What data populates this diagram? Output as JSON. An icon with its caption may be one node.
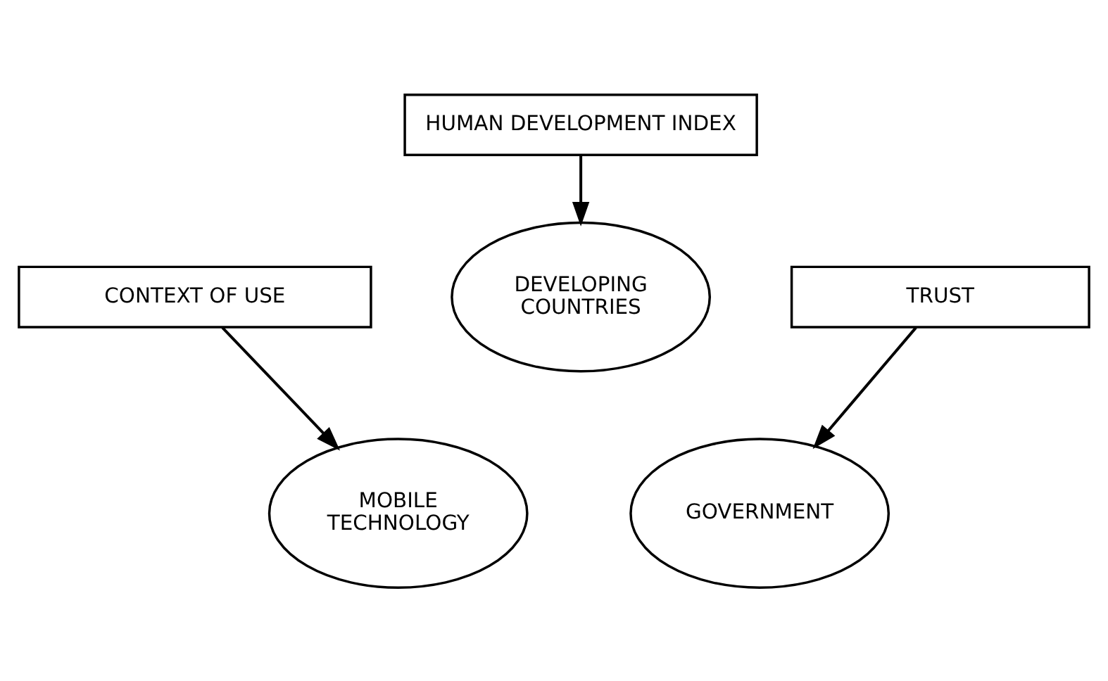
{
  "diagram": {
    "nodes": [
      {
        "text": [
          "HUMAN DEVELOPMENT INDEX"
        ]
      },
      {
        "text": [
          "DEVELOPING COUNTRIES"
        ]
      },
      {
        "text": [
          "MOBILE TECHNOLOGY"
        ]
      },
      {
        "text": [
          "GOVERNMENT"
        ]
      },
      {
        "text": [
          "CONTEXT OF USE"
        ]
      },
      {
        "text": [
          "TRUST"
        ]
      }
    ],
    "edges": [
      {
        "from": 0,
        "to": 1,
        "arrow": "to"
      },
      {
        "from": 4,
        "to": 2,
        "arrow": "to"
      },
      {
        "from": 5,
        "to": 3,
        "arrow": "to"
      }
    ]
  }
}
